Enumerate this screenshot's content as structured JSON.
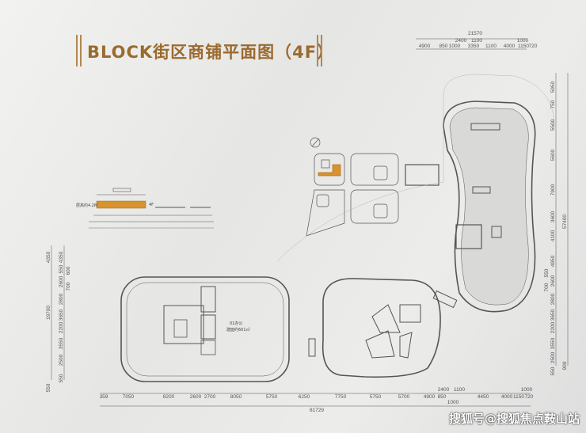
{
  "title": "BLOCK街区商铺平面图（4F）",
  "section_elevation": {
    "height_label": "层高约4.2M",
    "floor_label": "4F"
  },
  "unit_label": {
    "name": "01办公",
    "area": "建面约601㎡"
  },
  "dimensions": {
    "top_total": "21570",
    "top_upper": [
      "2400",
      "1100",
      "1000"
    ],
    "top": [
      "4900",
      "850",
      "1000",
      "3350",
      "1100",
      "4000",
      "1150",
      "720"
    ],
    "bottom": [
      "359",
      "7050",
      "8200",
      "2600",
      "2700",
      "8050",
      "5750",
      "6250",
      "7750",
      "5750",
      "5700",
      "4900",
      "850",
      "1000",
      "4450",
      "4000",
      "1150",
      "720"
    ],
    "bottom_upper": [
      "2400",
      "1100",
      "1000"
    ],
    "bottom_total": "81729",
    "left_outer": [
      "4350",
      "19700",
      "550"
    ],
    "left_inner": [
      "4350",
      "550",
      "600",
      "2600",
      "700",
      "2800",
      "3650",
      "2200",
      "3550",
      "2500",
      "550"
    ],
    "right": [
      "5950",
      "750",
      "5500",
      "5600",
      "7900",
      "3600",
      "4100",
      "4950",
      "550",
      "2600",
      "700",
      "2800",
      "3650",
      "2200",
      "3550",
      "2500",
      "550"
    ],
    "right_outer": [
      "900",
      "57400"
    ]
  },
  "watermark": "搜狐号@搜狐焦点鞍山站",
  "colors": {
    "accent": "#9a6a2e",
    "highlight": "#d8922e",
    "line": "#555555"
  }
}
